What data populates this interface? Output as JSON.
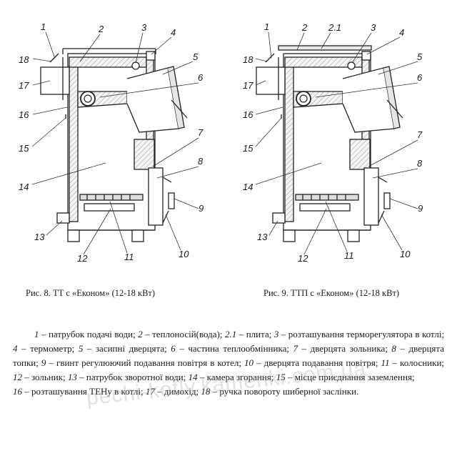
{
  "fig8": {
    "caption": "Рис. 8. ТТ с «Економ» (12-18 кВт)",
    "labels": [
      "1",
      "2",
      "3",
      "4",
      "5",
      "6",
      "7",
      "8",
      "9",
      "10",
      "11",
      "12",
      "13",
      "14",
      "15",
      "16",
      "17",
      "18"
    ]
  },
  "fig9": {
    "caption": "Рис. 9. ТТП с «Економ» (12-18 кВт)",
    "labels": [
      "1",
      "2",
      "2.1",
      "3",
      "4",
      "5",
      "6",
      "7",
      "8",
      "9",
      "10",
      "11",
      "12",
      "13",
      "14",
      "15",
      "16",
      "17",
      "18"
    ]
  },
  "legend": {
    "items": [
      {
        "n": "1",
        "t": "патрубок подачі води;"
      },
      {
        "n": "2",
        "t": "теплоносій(вода);"
      },
      {
        "n": "2.1",
        "t": "плита;"
      },
      {
        "n": "3",
        "t": "розташування терморегулятора в котлі;"
      },
      {
        "n": "4",
        "t": "термометр;"
      },
      {
        "n": "5",
        "t": "засипні дверцята;"
      },
      {
        "n": "6",
        "t": "частина теплообмінника;"
      },
      {
        "n": "7",
        "t": "дверцята зольника;"
      },
      {
        "n": "8",
        "t": "дверцята топки;"
      },
      {
        "n": "9",
        "t": "гвинт регулюючий подавання повітря в котел;"
      },
      {
        "n": "10",
        "t": "дверцята подавання повітря;"
      },
      {
        "n": "11",
        "t": "колосники;"
      },
      {
        "n": "12",
        "t": "зольник;"
      },
      {
        "n": "13",
        "t": "патрубок зворотної води;"
      },
      {
        "n": "14",
        "t": "камера згорання;"
      },
      {
        "n": "15",
        "t": "місце приєднання заземлення;"
      }
    ],
    "line2_items": [
      {
        "n": "16",
        "t": "розташування ТЕНу в котлі;"
      },
      {
        "n": "17",
        "t": "димохід;"
      },
      {
        "n": "18",
        "t": "ручка повороту шиберної заслінки."
      }
    ]
  },
  "watermark": "pechi-kotly.kamenki.com.ua"
}
